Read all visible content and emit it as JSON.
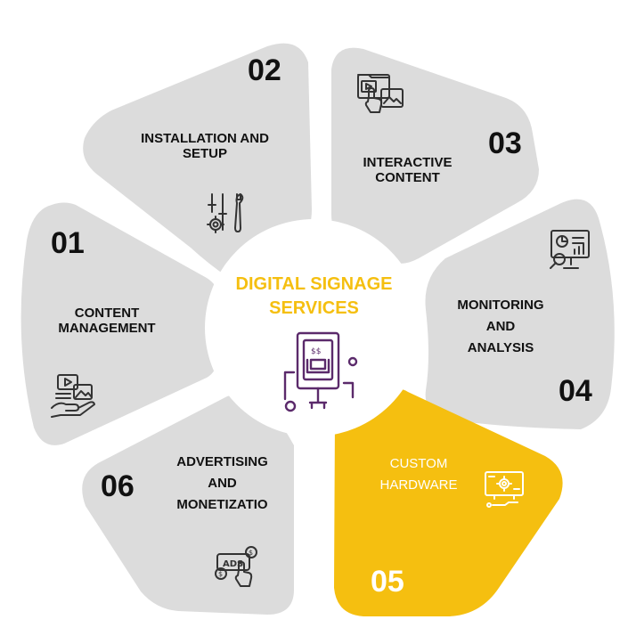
{
  "center": {
    "title_line1": "DIGITAL SIGNAGE",
    "title_line2": "SERVICES",
    "icon": "kiosk-display-icon"
  },
  "segments": [
    {
      "number": "01",
      "line1": "CONTENT",
      "line2": "MANAGEMENT",
      "icon": "media-hand-icon"
    },
    {
      "number": "02",
      "line1": "INSTALLATION AND",
      "line2": "SETUP",
      "icon": "tools-settings-icon"
    },
    {
      "number": "03",
      "line1": "INTERACTIVE",
      "line2": "CONTENT",
      "icon": "touch-screen-icon"
    },
    {
      "number": "04",
      "line1": "MONITORING",
      "line2": "AND",
      "line3": "ANALYSIS",
      "icon": "analytics-monitor-icon"
    },
    {
      "number": "05",
      "line1": "CUSTOM",
      "line2": "HARDWARE",
      "icon": "hardware-monitor-icon",
      "highlighted": true
    },
    {
      "number": "06",
      "line1": "ADVERTISING",
      "line2": "AND",
      "line3": "MONETIZATIO",
      "icon": "ads-coins-icon"
    }
  ],
  "colors": {
    "segment_fill": "#dcdcdc",
    "highlight_fill": "#f5bf10",
    "center_title": "#f5bf10",
    "icon_stroke": "#333333",
    "center_icon_stroke": "#5b2a6b",
    "text": "#111111"
  }
}
